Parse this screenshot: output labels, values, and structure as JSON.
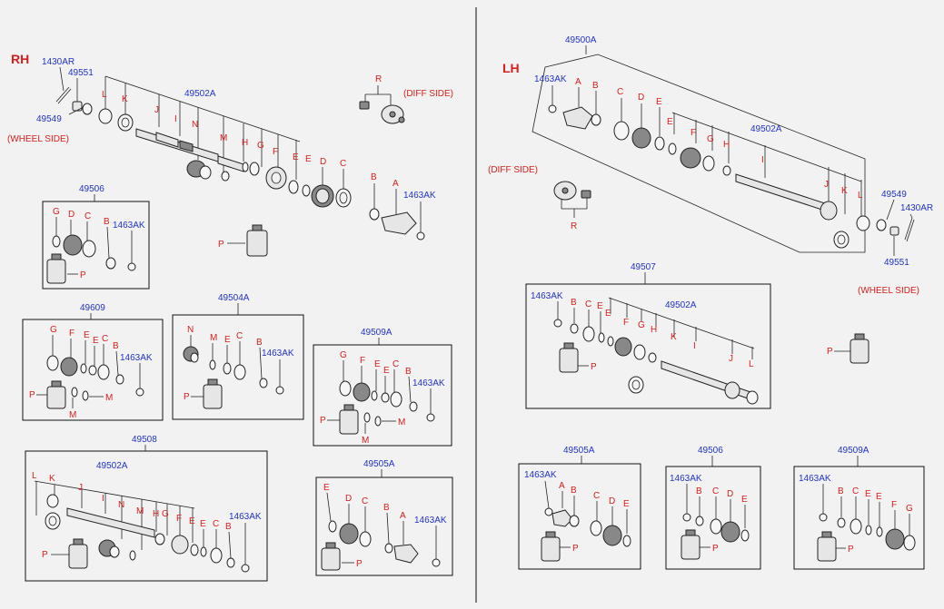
{
  "sides": {
    "rh": "RH",
    "lh": "LH"
  },
  "notes": {
    "wheel_side": "(WHEEL SIDE)",
    "diff_side": "(DIFF SIDE)"
  },
  "codes": {
    "c1430AR": "1430AR",
    "c49551": "49551",
    "c49549": "49549",
    "c49502A": "49502A",
    "c49506": "49506",
    "c49609": "49609",
    "c49504A": "49504A",
    "c49509A": "49509A",
    "c49508": "49508",
    "c49505A": "49505A",
    "c1463AK": "1463AK",
    "c49500A": "49500A",
    "c49507": "49507"
  },
  "letters": {
    "A": "A",
    "B": "B",
    "C": "C",
    "D": "D",
    "E": "E",
    "F": "F",
    "G": "G",
    "H": "H",
    "I": "I",
    "J": "J",
    "K": "K",
    "L": "L",
    "M": "M",
    "N": "N",
    "P": "P",
    "R": "R"
  },
  "colors": {
    "code": "#2232c8",
    "letter": "#d81e1e",
    "line": "#222222",
    "background": "#f2f2f2"
  }
}
